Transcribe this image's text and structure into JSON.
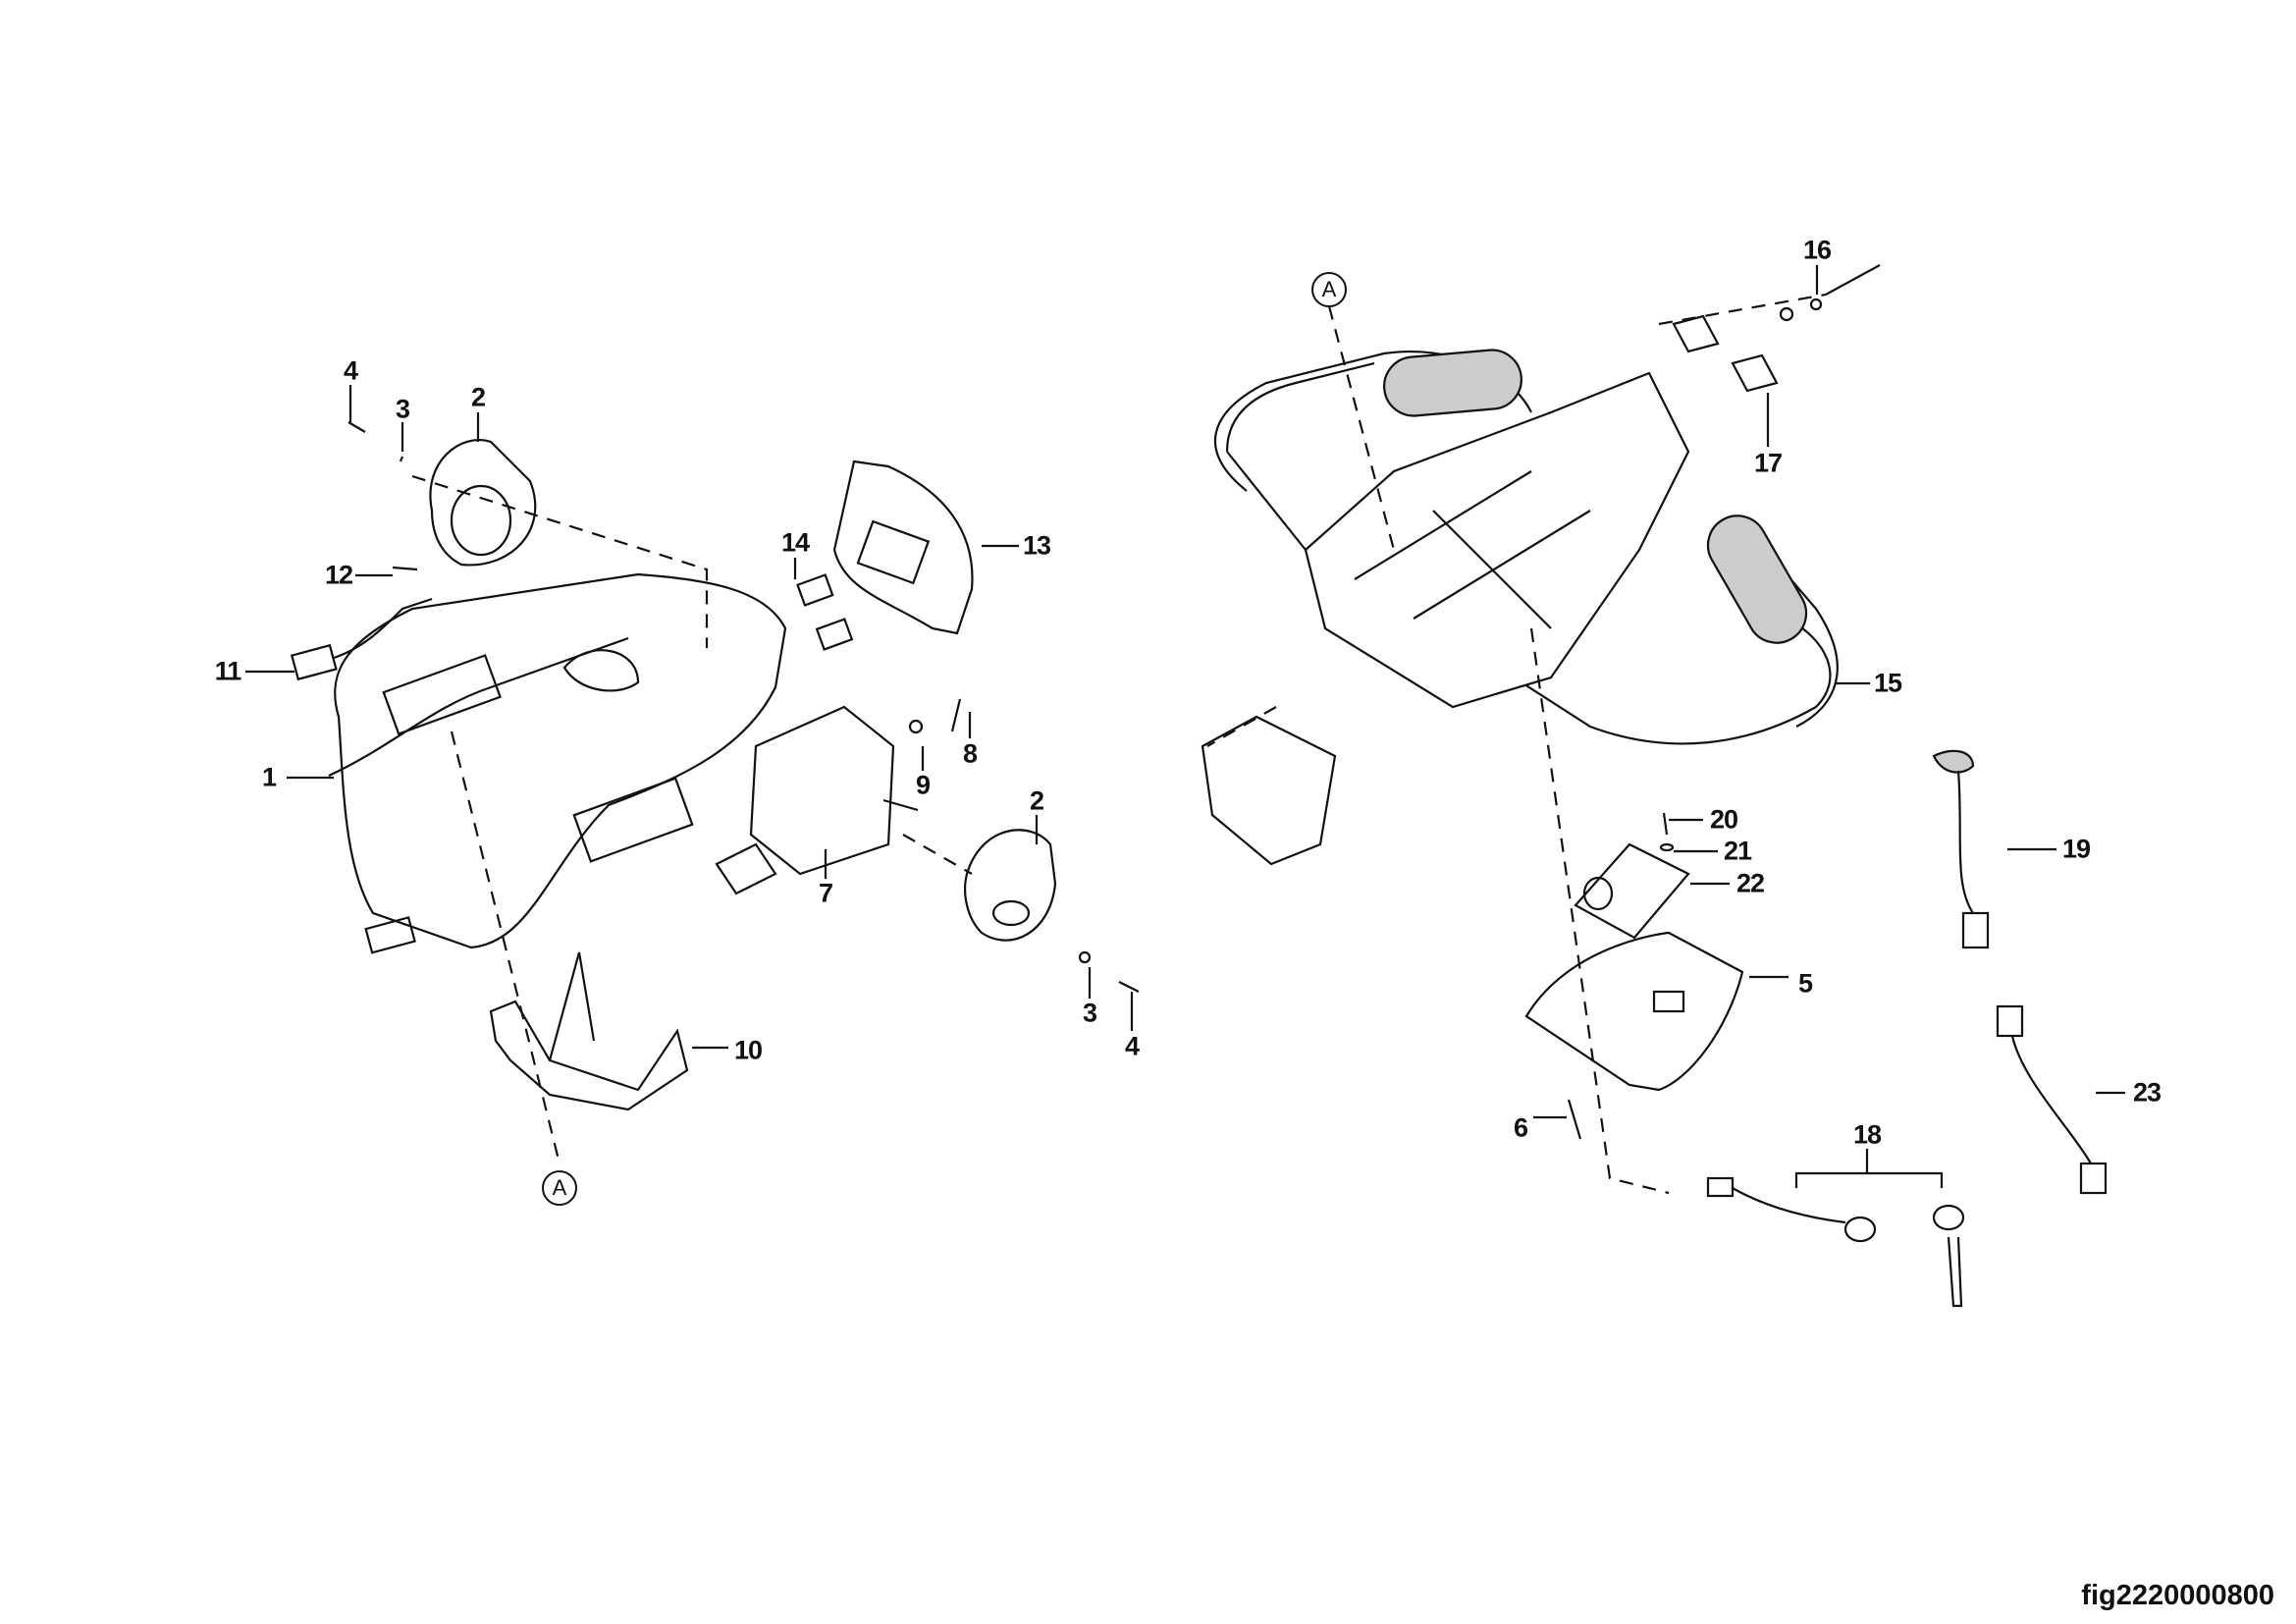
{
  "figure_id": "fig2220000800",
  "reference_marks": {
    "left": "A",
    "right": "A"
  },
  "callouts": {
    "c4a": "4",
    "c3a": "3",
    "c2a": "2",
    "c12": "12",
    "c11": "11",
    "c1": "1",
    "c14": "14",
    "c13": "13",
    "c9": "9",
    "c8": "8",
    "c7": "7",
    "c2b": "2",
    "c3b": "3",
    "c4b": "4",
    "c10": "10",
    "c16": "16",
    "c17": "17",
    "c15": "15",
    "c20": "20",
    "c21": "21",
    "c22": "22",
    "c5": "5",
    "c19": "19",
    "c6": "6",
    "c18": "18",
    "c23": "23"
  }
}
